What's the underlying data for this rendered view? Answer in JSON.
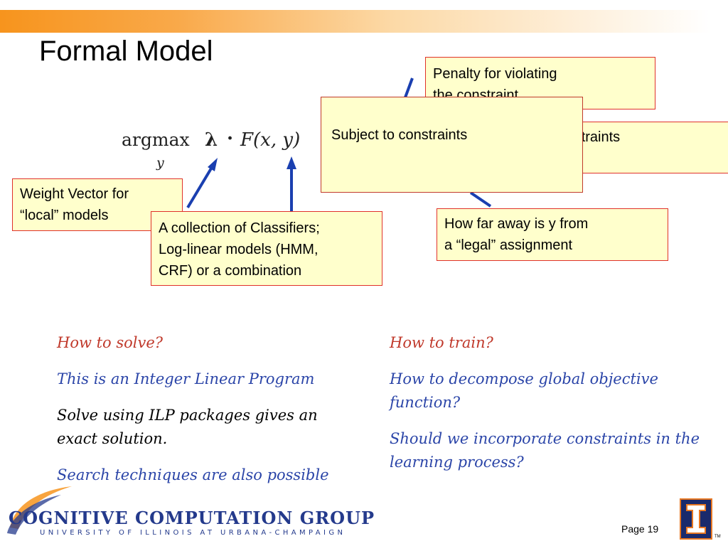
{
  "slide": {
    "title": "Formal Model",
    "page_label": "Page 19"
  },
  "formula": {
    "argmax": "argmax",
    "subscript": "y",
    "lambda": "λ",
    "dot": "·",
    "function": "F(x, y)"
  },
  "callouts": {
    "penalty": "Penalty for violating\nthe constraint.",
    "soft_constraints": "(Soft) constraints\ncomponent",
    "subject_to": "Subject to  constraints",
    "weight_vector": "Weight Vector for\n“local” models",
    "collection": "A collection of Classifiers;\nLog-linear models  (HMM,\nCRF) or a combination",
    "how_far": "How far away is y from\na “legal” assignment"
  },
  "left_column": {
    "heading": "How to solve?",
    "line1": "This is an Integer Linear Program",
    "line2": "Solve using ILP packages gives an exact solution.",
    "line3": "Search techniques are also possible"
  },
  "right_column": {
    "heading": "How to train?",
    "line1": "How to decompose global objective function?",
    "line2": "Should we incorporate constraints in the learning process?"
  },
  "footer": {
    "logo_main": "COGNITIVE COMPUTATION GROUP",
    "logo_sub": "UNIVERSITY OF ILLINOIS AT URBANA-CHAMPAIGN",
    "tm": "TM"
  },
  "colors": {
    "accent_orange": "#f7941d",
    "callout_fill": "#ffffcc",
    "callout_border": "#e0312a",
    "heading_red": "#c0392b",
    "body_blue": "#2b45a8",
    "arrow_blue": "#1a3fb0"
  }
}
